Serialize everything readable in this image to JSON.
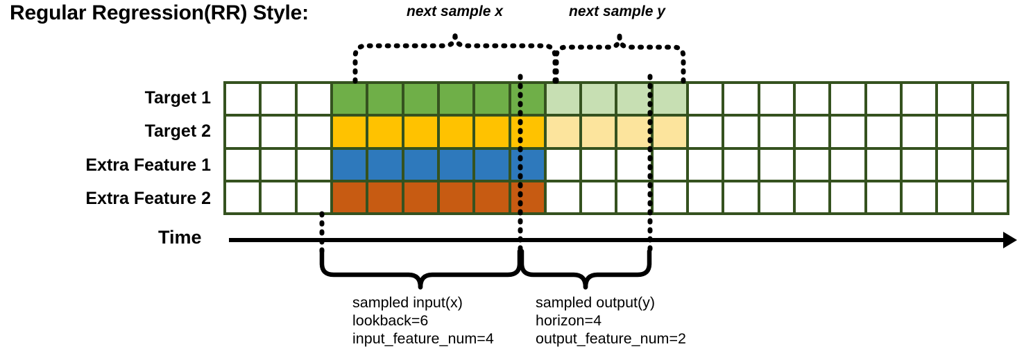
{
  "page_title": "Regular Regression(RR) Style:",
  "row_labels": [
    "Target 1",
    "Target 2",
    "Extra Feature 1",
    "Extra Feature 2"
  ],
  "time_axis": {
    "label": "Time",
    "arrow": "arrow-right-icon"
  },
  "grid": {
    "columns": 22,
    "rows": 4,
    "colors": {
      "border": "#35521F",
      "empty": "#FFFFFF",
      "green": "#6FAF48",
      "green_light": "#C7DFB3",
      "yellow": "#FFC200",
      "yellow_light": "#FCE49D",
      "blue": "#2E79BC",
      "orange": "#C75B12"
    },
    "row_fills": [
      [
        "",
        "",
        "",
        "green",
        "green",
        "green",
        "green",
        "green",
        "green",
        "green-l",
        "green-l",
        "green-l",
        "green-l",
        "",
        "",
        "",
        "",
        "",
        "",
        "",
        "",
        ""
      ],
      [
        "",
        "",
        "",
        "yellow",
        "yellow",
        "yellow",
        "yellow",
        "yellow",
        "yellow",
        "yellow-l",
        "yellow-l",
        "yellow-l",
        "yellow-l",
        "",
        "",
        "",
        "",
        "",
        "",
        "",
        "",
        ""
      ],
      [
        "",
        "",
        "",
        "blue",
        "blue",
        "blue",
        "blue",
        "blue",
        "blue",
        "",
        "",
        "",
        "",
        "",
        "",
        "",
        "",
        "",
        "",
        "",
        "",
        ""
      ],
      [
        "",
        "",
        "",
        "orange",
        "orange",
        "orange",
        "orange",
        "orange",
        "orange",
        "",
        "",
        "",
        "",
        "",
        "",
        "",
        "",
        "",
        "",
        "",
        "",
        ""
      ]
    ]
  },
  "annotations_top": [
    {
      "label": "next sample x",
      "brace": "dotted-brace-up"
    },
    {
      "label": "next sample y",
      "brace": "dotted-brace-up"
    }
  ],
  "annotations_bottom": [
    {
      "brace": "brace-down",
      "lines": [
        "sampled input(x)",
        "lookback=6",
        "input_feature_num=4"
      ]
    },
    {
      "brace": "brace-down",
      "lines": [
        "sampled output(y)",
        "horizon=4",
        "output_feature_num=2"
      ]
    }
  ]
}
